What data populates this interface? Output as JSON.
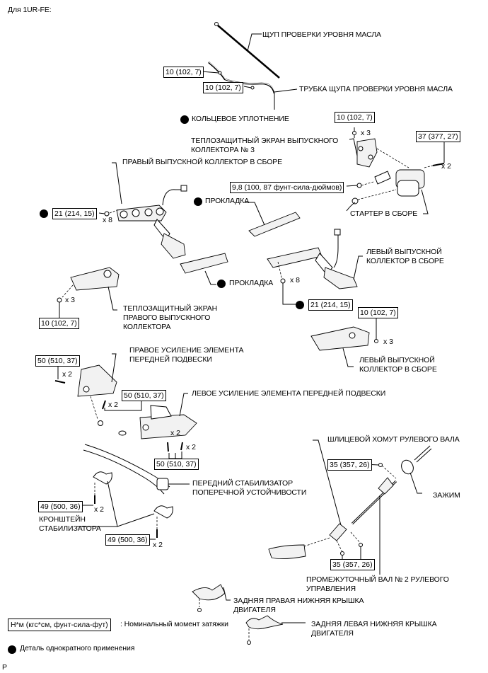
{
  "header": {
    "title": "Для 1UR-FE:"
  },
  "footer": {
    "page_marker": "P"
  },
  "legend": {
    "torque_box": "Н*м (кгс*см, фунт-сила-фут)",
    "torque_desc": ": Номинальный момент затяжки",
    "non_reusable_desc": "Деталь однократного применения"
  },
  "parts": {
    "dipstick": "ЩУП ПРОВЕРКИ УРОВНЯ МАСЛА",
    "dipstick_tube": "ТРУБКА ЩУПА ПРОВЕРКИ УРОВНЯ МАСЛА",
    "o_ring": "КОЛЬЦЕВОЕ УПЛОТНЕНИЕ",
    "heat_shield_3": "ТЕПЛОЗАЩИТНЫЙ ЭКРАН ВЫПУСКНОГО\nКОЛЛЕКТОРА № 3",
    "right_manifold": "ПРАВЫЙ ВЫПУСКНОЙ КОЛЛЕКТОР В СБОРЕ",
    "gasket_1": "ПРОКЛАДКА",
    "starter": "СТАРТЕР В СБОРЕ",
    "left_manifold": "ЛЕВЫЙ ВЫПУСКНОЙ\nКОЛЛЕКТОР В СБОРЕ",
    "gasket_2": "ПРОКЛАДКА",
    "right_heat_shield": "ТЕПЛОЗАЩИТНЫЙ ЭКРАН\nПРАВОГО ВЫПУСКНОГО\nКОЛЛЕКТОРА",
    "left_manifold_shield": "ЛЕВЫЙ ВЫПУСКНОЙ\nКОЛЛЕКТОР В СБОРЕ",
    "right_brace": "ПРАВОЕ УСИЛЕНИЕ ЭЛЕМЕНТА\nПЕРЕДНЕЙ ПОДВЕСКИ",
    "left_brace": "ЛЕВОЕ УСИЛЕНИЕ ЭЛЕМЕНТА ПЕРЕДНЕЙ ПОДВЕСКИ",
    "spline_yoke": "ШЛИЦЕВОЙ ХОМУТ РУЛЕВОГО ВАЛА",
    "clamp": "ЗАЖИМ",
    "stabilizer": "ПЕРЕДНИЙ СТАБИЛИЗАТОР\nПОПЕРЕЧНОЙ УСТОЙЧИВОСТИ",
    "stab_bracket": "КРОНШТЕЙН\nСТАБИЛИЗАТОРА",
    "intermediate_shaft": "ПРОМЕЖУТОЧНЫЙ ВАЛ № 2 РУЛЕВОГО\nУПРАВЛЕНИЯ",
    "rear_right_cover": "ЗАДНЯЯ ПРАВАЯ НИЖНЯЯ КРЫШКА\nДВИГАТЕЛЯ",
    "rear_left_cover": "ЗАДНЯЯ ЛЕВАЯ НИЖНЯЯ КРЫШКА\nДВИГАТЕЛЯ"
  },
  "torques": {
    "dipstick_bolt_1": "10 (102, 7)",
    "dipstick_bolt_2": "10 (102, 7)",
    "heat_shield_3_bolt": "10 (102, 7)",
    "starter_bolt": "37 (377, 27)",
    "starter_terminal": "9,8 (100, 87 фунт-сила-дюймов)",
    "right_manifold_nut": "21 (214, 15)",
    "left_manifold_nut": "21 (214, 15)",
    "right_shield_bolt": "10 (102, 7)",
    "left_shield_bolt": "10 (102, 7)",
    "right_brace_bolt_1": "50 (510, 37)",
    "right_brace_bolt_2": "50 (510, 37)",
    "left_brace_bolt": "50 (510, 37)",
    "stab_bracket_bolt_1": "49 (500, 36)",
    "stab_bracket_bolt_2": "49 (500, 36)",
    "yoke_bolt": "35 (357, 26)",
    "shaft_bolt": "35 (357, 26)"
  },
  "quantities": {
    "x3": "x 3",
    "x2": "x 2",
    "x8": "x 8"
  }
}
